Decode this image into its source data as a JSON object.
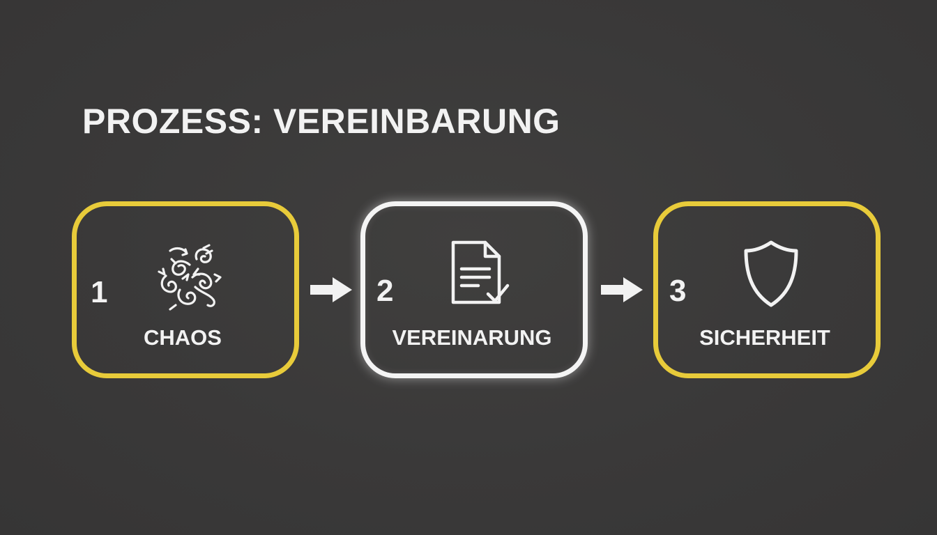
{
  "title": "PROZESS: VEREINBARUNG",
  "steps": [
    {
      "number": "1",
      "label": "CHAOS",
      "icon": "chaos-swirls-icon",
      "border_color": "#e8cb3a"
    },
    {
      "number": "2",
      "label": "VEREINARUNG",
      "icon": "document-check-icon",
      "border_color": "#f4f4f4"
    },
    {
      "number": "3",
      "label": "SICHERHEIT",
      "icon": "shield-icon",
      "border_color": "#e8cb3a"
    }
  ],
  "colors": {
    "background": "#3a3939",
    "accent": "#e8cb3a",
    "highlight": "#f4f4f4",
    "text": "#f2f2f2"
  }
}
